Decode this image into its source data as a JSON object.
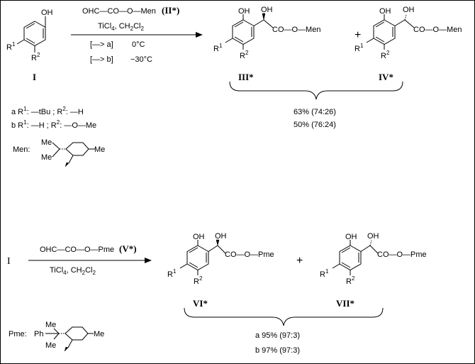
{
  "scheme1": {
    "reagent_main": "OHC—CO—O—Men",
    "reagent_label": "(II*)",
    "conditions_1": "TiCl",
    "conditions_1_sub": "4",
    "conditions_1b": ",  CH",
    "conditions_1b_sub1": "2",
    "conditions_1b_mid": "Cl",
    "conditions_1b_sub2": "2",
    "cond_a_arrow": "[—> a]",
    "cond_a_temp": "0°C",
    "cond_b_arrow": "[—> b]",
    "cond_b_temp": "−30°C",
    "start_label": "I",
    "product1_label": "III*",
    "product2_label": "IV*",
    "ester_text": "CO—O—Men",
    "yield_a": "63% (74:26)",
    "yield_b": "50% (76:24)",
    "sub_a_prefix": "a R",
    "sub_a_mid": ": —tBu ; R",
    "sub_a_end": ": —H",
    "sub_b_prefix": "b R",
    "sub_b_mid": ": —H ; R",
    "sub_b_end": ": —O—Me",
    "men_label": "Men:",
    "men_me_top": "Me",
    "men_me_left": "Me",
    "men_me_right": "Me"
  },
  "scheme2": {
    "start_label": "I",
    "reagent_main": "OHC—CO—O—Pme",
    "reagent_label": "(V*)",
    "conditions_1": "TiCl",
    "conditions_1_sub": "4",
    "conditions_1b": ",  CH",
    "conditions_1b_sub1": "2",
    "conditions_1b_mid": "Cl",
    "conditions_1b_sub2": "2",
    "product1_label": "VI*",
    "product2_label": "VII*",
    "ester_text": "CO—O—Pme",
    "yield_a": "a 95% (97:3)",
    "yield_b": "b 97% (97:3)",
    "pme_label": "Pme:",
    "pme_ph": "Ph",
    "pme_me_top": "Me",
    "pme_me_bottom": "Me",
    "pme_me_right": "Me"
  },
  "common": {
    "oh": "OH",
    "r": "R",
    "one": "1",
    "two": "2",
    "plus": "+"
  }
}
